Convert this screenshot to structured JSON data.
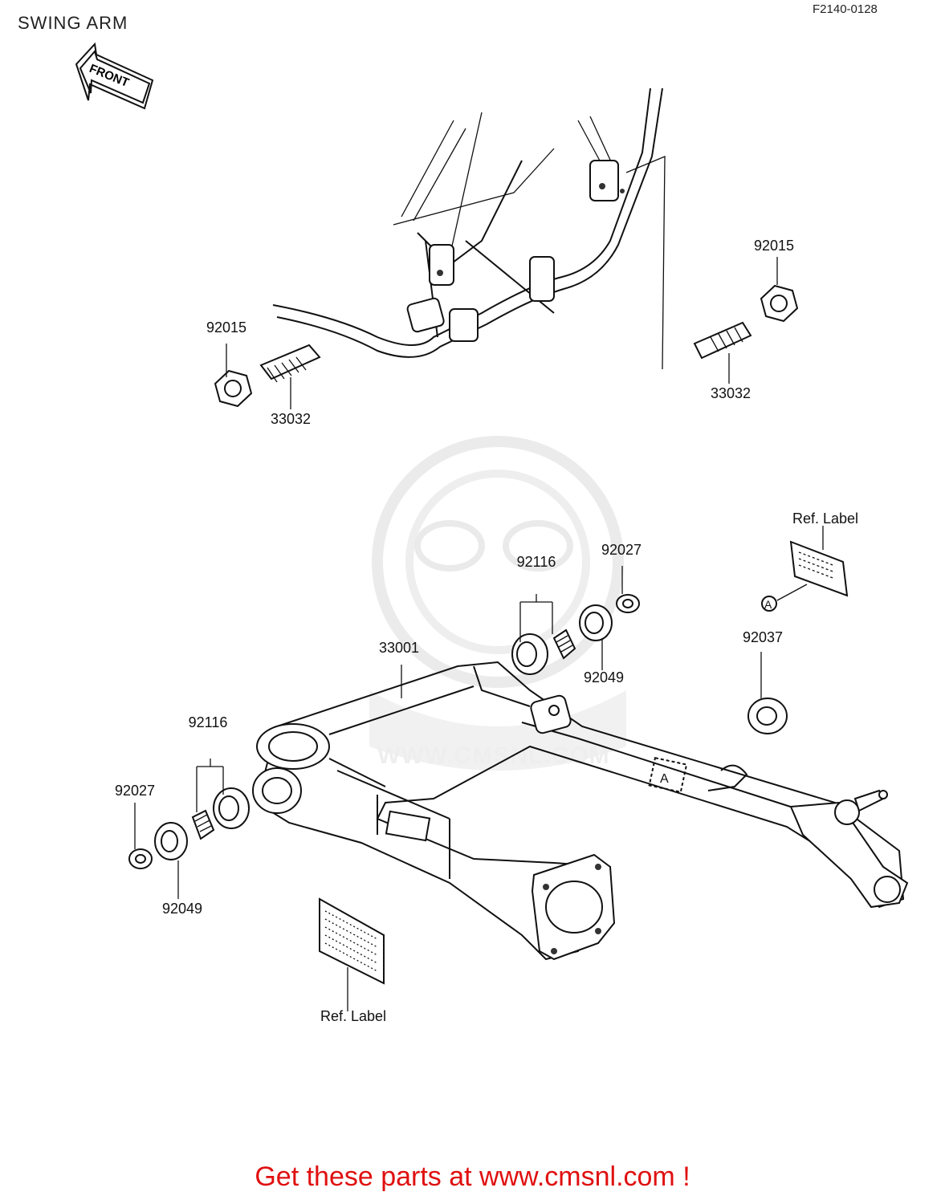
{
  "header": {
    "title": "SWING ARM",
    "figure_code": "F2140-0128"
  },
  "front_arrow": {
    "label": "FRONT"
  },
  "callouts": {
    "p92015_left": "92015",
    "p33032_left": "33032",
    "p92015_right": "92015",
    "p33032_right": "33032",
    "p92116_top": "92116",
    "p92027_top": "92027",
    "p92049_top": "92049",
    "p33001": "33001",
    "p92037": "92037",
    "p92116_left": "92116",
    "p92027_left": "92027",
    "p92049_left": "92049",
    "ref_label_top": "Ref. Label",
    "ref_label_bottom": "Ref. Label",
    "marker_a": "A"
  },
  "watermark": {
    "text": "WWW.CMSNL.COM"
  },
  "footer": {
    "cta": "Get these parts at www.cmsnl.com !"
  },
  "colors": {
    "cta": "#e01010",
    "line": "#111111",
    "watermark": "#e6e6e6"
  }
}
